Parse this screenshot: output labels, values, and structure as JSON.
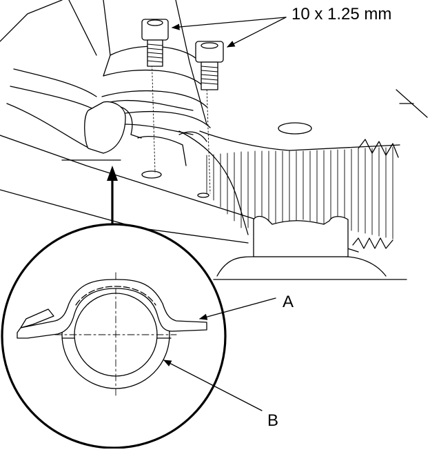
{
  "labels": {
    "bolt_size": "10 x 1.25 mm",
    "callout_a": "A",
    "callout_b": "B"
  },
  "colors": {
    "ink": "#000000",
    "paper": "#ffffff"
  },
  "icons": [
    "bolt-icon",
    "arrow-icon"
  ]
}
